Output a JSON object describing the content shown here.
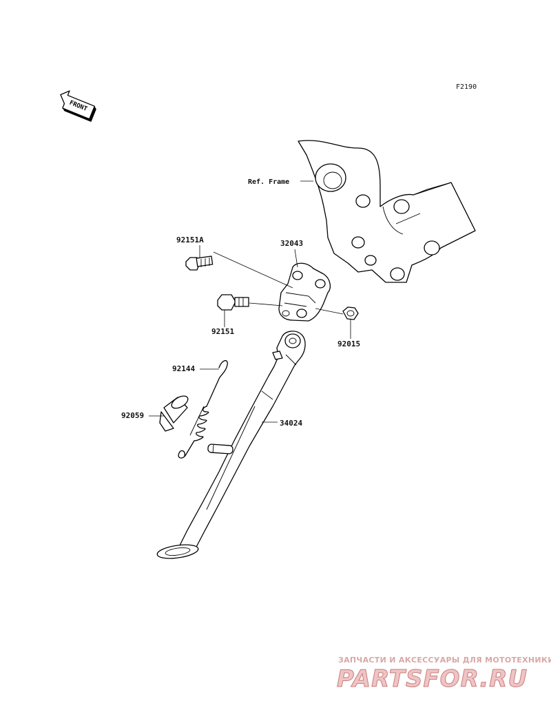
{
  "figure_code": "F2190",
  "front_arrow_label": "FRONT",
  "ref_frame_label": "Ref. Frame",
  "parts": [
    {
      "number": "92151A"
    },
    {
      "number": "32043"
    },
    {
      "number": "92151"
    },
    {
      "number": "92015"
    },
    {
      "number": "92144"
    },
    {
      "number": "92059"
    },
    {
      "number": "34024"
    }
  ],
  "watermark": {
    "tagline": "ЗАПЧАСТИ И АКСЕССУАРЫ ДЛЯ МОТОТЕХНИКИ",
    "brand": "PARTSFOR.RU",
    "color": "#e8a3a3"
  }
}
